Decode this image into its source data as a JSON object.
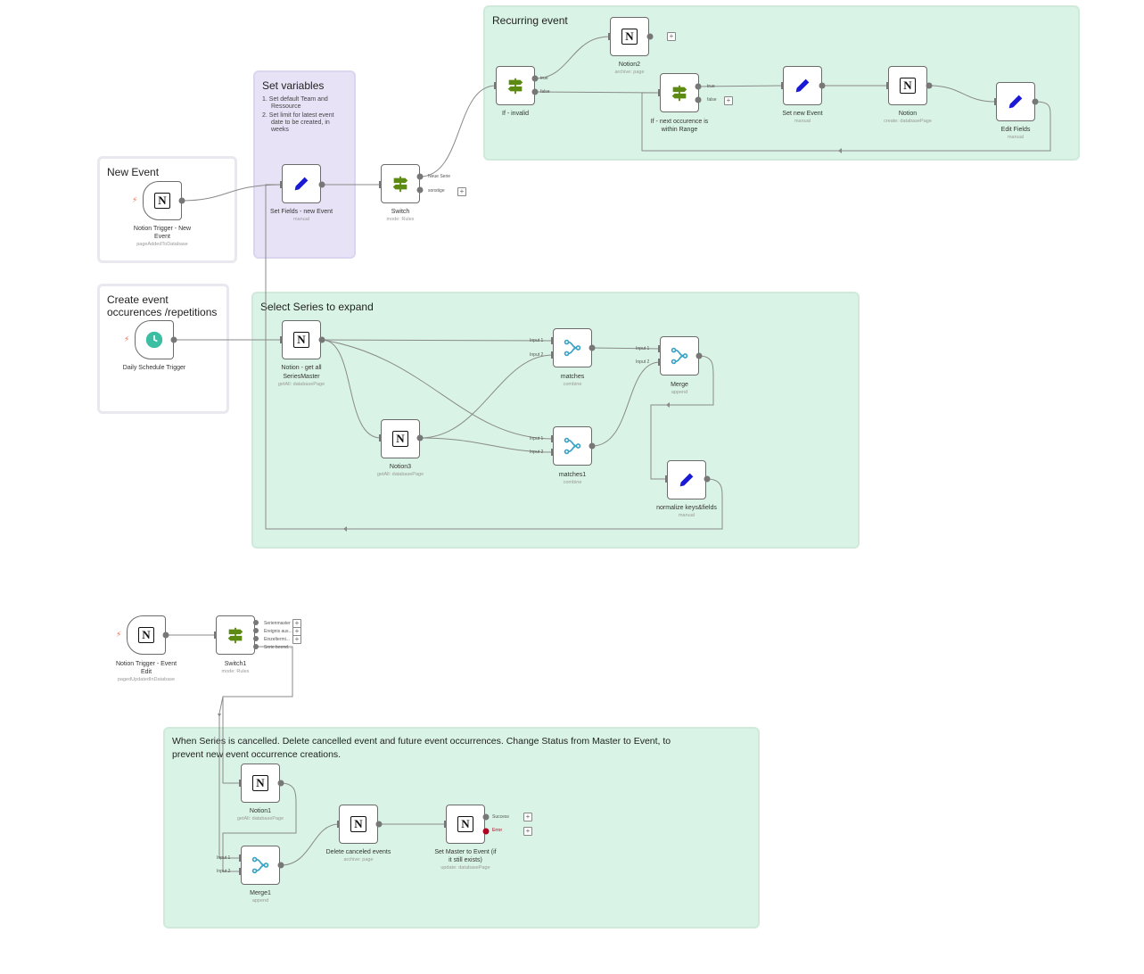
{
  "stickies": {
    "recurring": {
      "title": "Recurring event"
    },
    "set_vars": {
      "title": "Set variables",
      "items": [
        "1. Set default Team and",
        "Ressource",
        "2. Set limit for latest event",
        "date to be created, in",
        "weeks"
      ]
    },
    "new_event": {
      "title": "New Event"
    },
    "create_occ": {
      "title_line1": "Create event",
      "title_line2": "occurences /repetitions"
    },
    "select_series": {
      "title": "Select Series to expand"
    },
    "cancelled": {
      "line1": "When Series is cancelled. Delete cancelled event and future event occurrences. Change Status from Master to Event, to",
      "line2": "prevent new event occurrence creations."
    }
  },
  "nodes": {
    "notion_trigger_new": {
      "label_1": "Notion Trigger - New",
      "label_2": "Event",
      "sub": "pageAddedToDatabase"
    },
    "set_fields_new": {
      "label": "Set Fields - new Event",
      "sub": "manual"
    },
    "switch": {
      "label": "Switch",
      "sub": "mode: Rules",
      "out1": "Neue Serie",
      "out2": "sonstige"
    },
    "if_invalid": {
      "label": "If - invalid",
      "true": "true",
      "false": "false"
    },
    "notion2": {
      "label": "Notion2",
      "sub": "archive: page"
    },
    "if_next": {
      "label_1": "If - next occurence is",
      "label_2": "within Range",
      "true": "true",
      "false": "false"
    },
    "set_new_event": {
      "label": "Set new Event",
      "sub": "manual"
    },
    "notion": {
      "label": "Notion",
      "sub": "create: databasePage"
    },
    "edit_fields": {
      "label": "Edit Fields",
      "sub": "manual"
    },
    "daily_schedule": {
      "label": "Daily Schedule Trigger"
    },
    "notion_get_all": {
      "label_1": "Notion - get all",
      "label_2": "SeriesMaster",
      "sub": "getAll: databasePage"
    },
    "notion3": {
      "label": "Notion3",
      "sub": "getAll: databasePage"
    },
    "matches": {
      "label": "matches",
      "sub": "combine",
      "in1": "Input 1",
      "in2": "Input 2"
    },
    "matches1": {
      "label": "matches1",
      "sub": "combine",
      "in1": "Input 1",
      "in2": "Input 2"
    },
    "merge": {
      "label": "Merge",
      "sub": "append",
      "in1": "Input 1",
      "in2": "Input 2"
    },
    "normalize": {
      "label": "normalize keys&fields",
      "sub": "manual"
    },
    "notion_trigger_edit": {
      "label_1": "Notion Trigger - Event",
      "label_2": "Edit",
      "sub": "pagedUpdatedInDatabase"
    },
    "switch1": {
      "label": "Switch1",
      "sub": "mode: Rules",
      "outs": [
        "Serienmaster",
        "Ereignis aus...",
        "Einzeltermi...",
        "Serie beend..."
      ]
    },
    "notion1": {
      "label": "Notion1",
      "sub": "getAll: databasePage"
    },
    "merge1": {
      "label": "Merge1",
      "sub": "append",
      "in1": "Input 1",
      "in2": "Input 2"
    },
    "delete_cancelled": {
      "label": "Delete canceled events",
      "sub": "archive: page"
    },
    "set_master": {
      "label_1": "Set Master to Event (if",
      "label_2": "it still exists)",
      "sub": "update: databasePage",
      "success": "Success",
      "error": "Error"
    }
  },
  "icons": {
    "notion": "notion-icon",
    "pencil": "pencil-icon",
    "signpost": "signpost-icon",
    "merge": "merge-icon",
    "clock": "clock-icon",
    "bolt": "bolt-icon",
    "plus": "plus-icon",
    "notion_glyph": "N"
  },
  "colors": {
    "sticky_green": "#d9f4e6",
    "sticky_purple": "#e8e2f7",
    "wire": "#8a8a8a",
    "pencil": "#1a1ad6",
    "signpost": "#5d8a12",
    "merge": "#3aa3c4",
    "clock": "#3cbea2",
    "bolt": "#ef6b4b",
    "error": "#b00020"
  }
}
